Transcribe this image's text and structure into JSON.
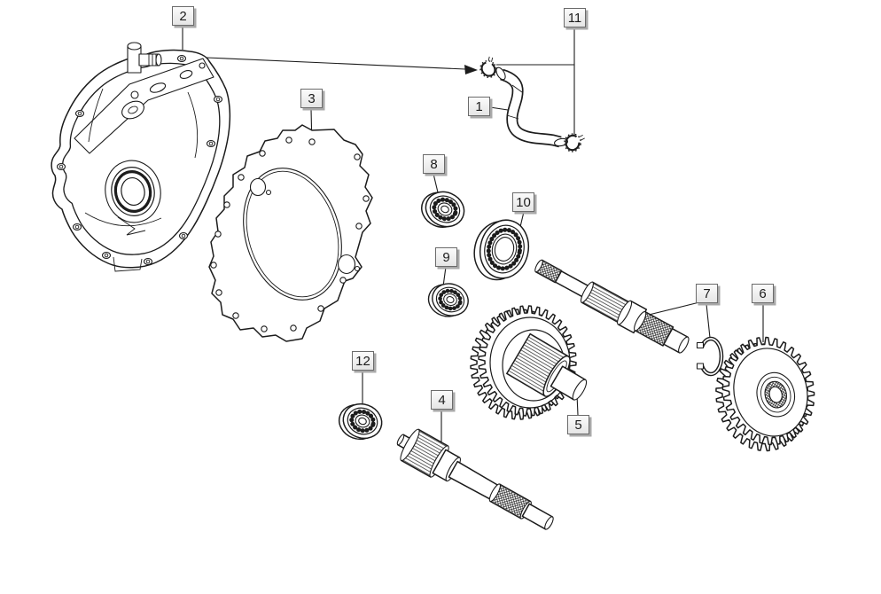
{
  "colors": {
    "background": "#ffffff",
    "line": "#1c1c1c",
    "callout_bg_top": "#fbfbfb",
    "callout_bg_bottom": "#e5e5e5",
    "callout_border": "#6b6b6b",
    "callout_shadow": "#a9a9a9",
    "callout_text": "#1c1c1c"
  },
  "callouts": [
    {
      "number": "1",
      "target": "breather-hose"
    },
    {
      "number": "2",
      "target": "transmission-cover"
    },
    {
      "number": "3",
      "target": "cover-gasket"
    },
    {
      "number": "4",
      "target": "drive-shaft"
    },
    {
      "number": "5",
      "target": "gear-cluster"
    },
    {
      "number": "6",
      "target": "driven-gear"
    },
    {
      "number": "7",
      "target": "circlip"
    },
    {
      "number": "8",
      "target": "bearing"
    },
    {
      "number": "9",
      "target": "bearing"
    },
    {
      "number": "10",
      "target": "bearing"
    },
    {
      "number": "11",
      "target": "hose-clips"
    },
    {
      "number": "12",
      "target": "bearing"
    }
  ]
}
